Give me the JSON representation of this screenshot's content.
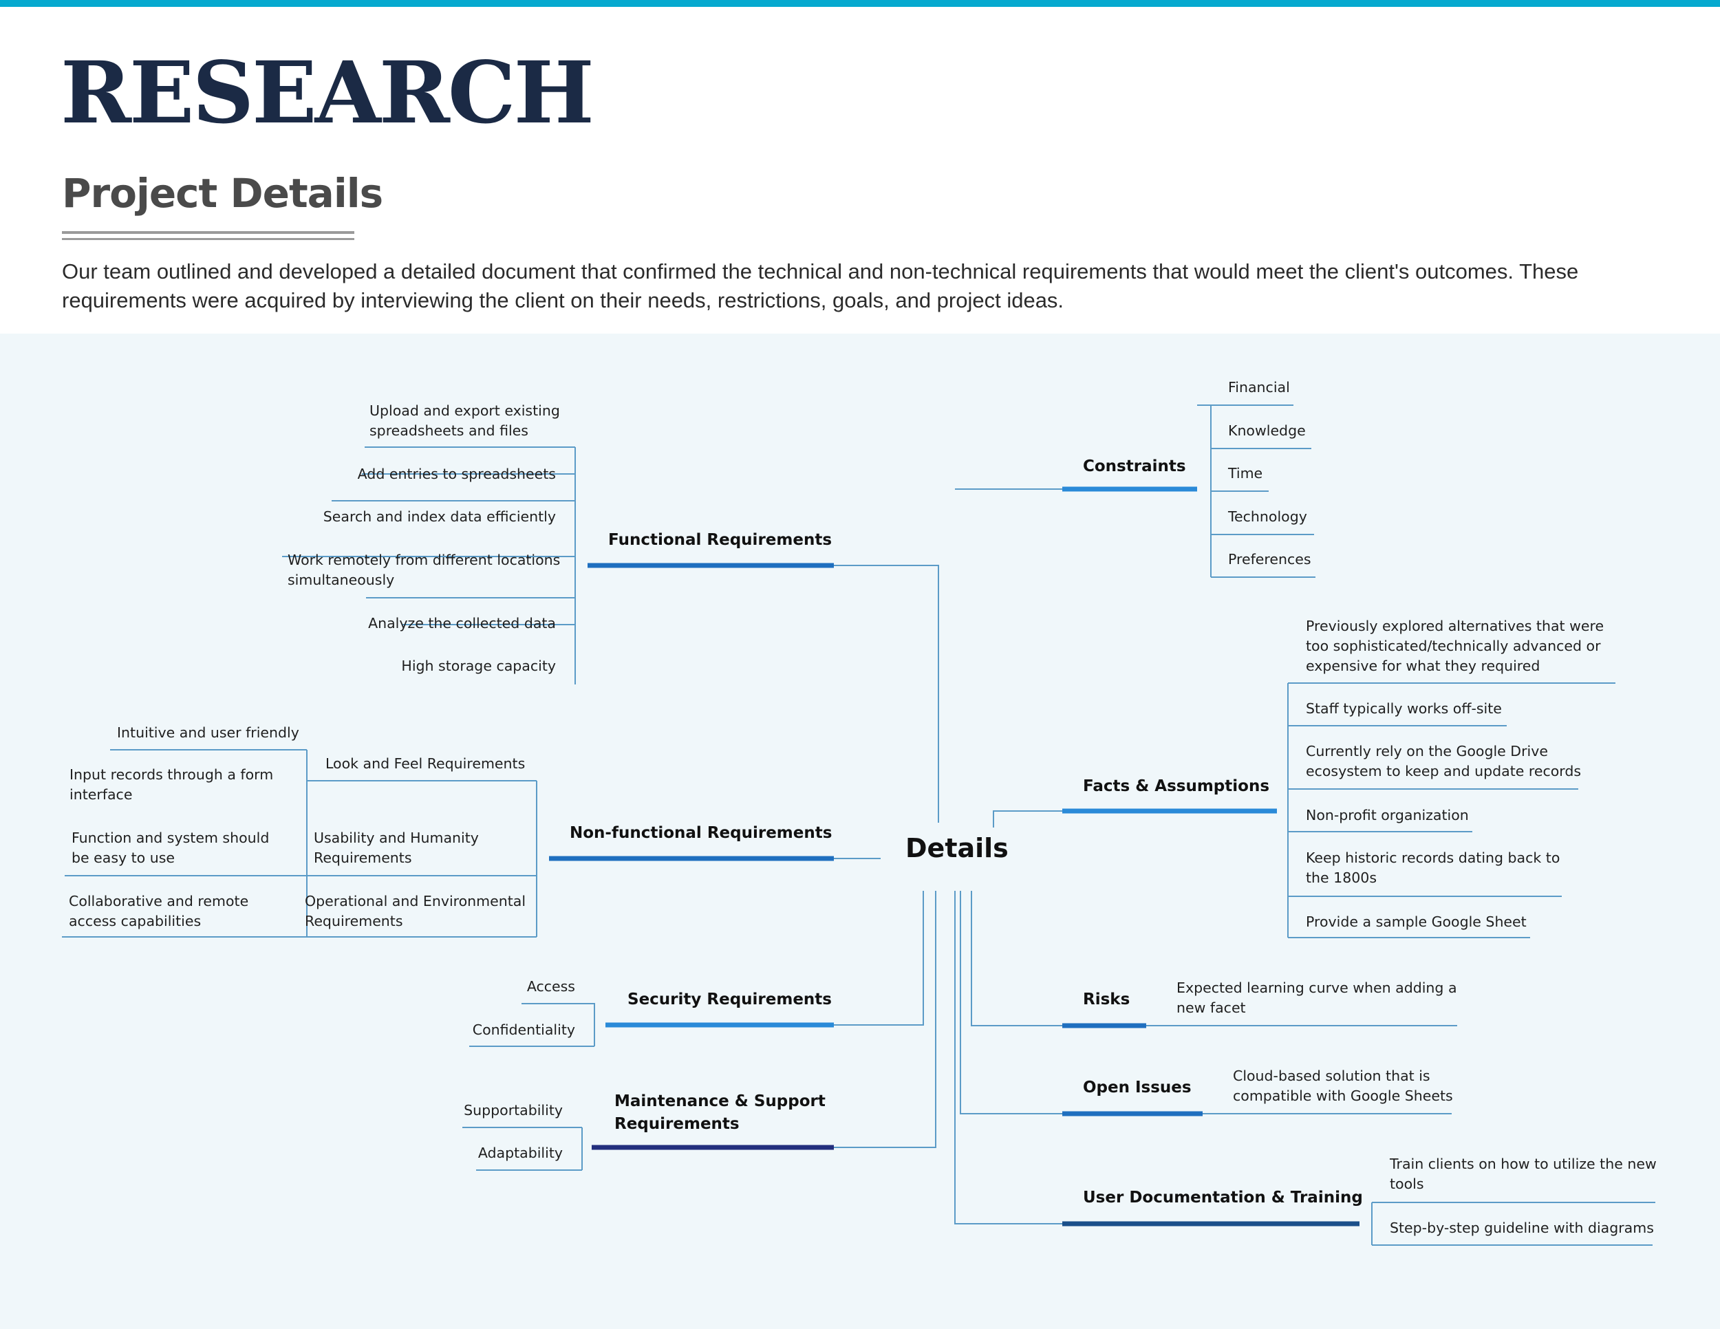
{
  "header": {
    "title": "RESEARCH",
    "subtitle": "Project Details",
    "intro": "Our team outlined and developed a detailed document that confirmed the technical and non-technical requirements that would meet the client's outcomes. These requirements were acquired by interviewing the client on their needs, restrictions, goals, and project ideas."
  },
  "colors": {
    "accent_bar": "#06a9cf",
    "title": "#1b2a45",
    "map_background": "#f0f7fa",
    "connector": "#5b9bc7",
    "branch_light": "#2a8ad8",
    "branch_mid": "#1f6fbf",
    "branch_dark": "#1b4f8a",
    "branch_navy": "#232f7e"
  },
  "mindmap": {
    "center": "Details",
    "functional": {
      "label": "Functional Requirements",
      "items": [
        "Upload and export existing\nspreadsheets and files",
        "Add entries to spreadsheets",
        "Search and index data efficiently",
        "Work remotely from different locations\nsimultaneously",
        "Analyze the collected data",
        "High storage capacity"
      ]
    },
    "nonfunctional": {
      "label": "Non-functional Requirements",
      "look_feel": {
        "label": "Look and Feel Requirements",
        "items": [
          "Intuitive and user friendly",
          "Input records through a form\ninterface"
        ]
      },
      "usability": {
        "label": "Usability and Humanity\nRequirements",
        "items": [
          "Function and system should\nbe easy to use"
        ]
      },
      "operational": {
        "label": "Operational and Environmental\nRequirements",
        "items": [
          "Collaborative and remote\naccess capabilities"
        ]
      }
    },
    "security": {
      "label": "Security Requirements",
      "items": [
        "Access",
        "Confidentiality"
      ]
    },
    "maintenance": {
      "label": "Maintenance & Support\nRequirements",
      "items": [
        "Supportability",
        "Adaptability"
      ]
    },
    "constraints": {
      "label": "Constraints",
      "items": [
        "Financial",
        "Knowledge",
        "Time",
        "Technology",
        "Preferences"
      ]
    },
    "facts": {
      "label": "Facts & Assumptions",
      "items": [
        "Previously explored alternatives that were\ntoo sophisticated/technically advanced or\nexpensive for what they required",
        "Staff typically works off-site",
        "Currently rely on the Google Drive\necosystem to keep and update records",
        "Non-profit organization",
        "Keep historic records dating back to\nthe 1800s",
        "Provide a sample Google Sheet"
      ]
    },
    "risks": {
      "label": "Risks",
      "items": [
        "Expected learning curve when adding a\nnew facet"
      ]
    },
    "open_issues": {
      "label": "Open Issues",
      "items": [
        "Cloud-based solution that is\ncompatible with Google Sheets"
      ]
    },
    "training": {
      "label": "User Documentation & Training",
      "items": [
        "Train clients on how to utilize the new\ntools",
        "Step-by-step guideline with diagrams"
      ]
    }
  }
}
